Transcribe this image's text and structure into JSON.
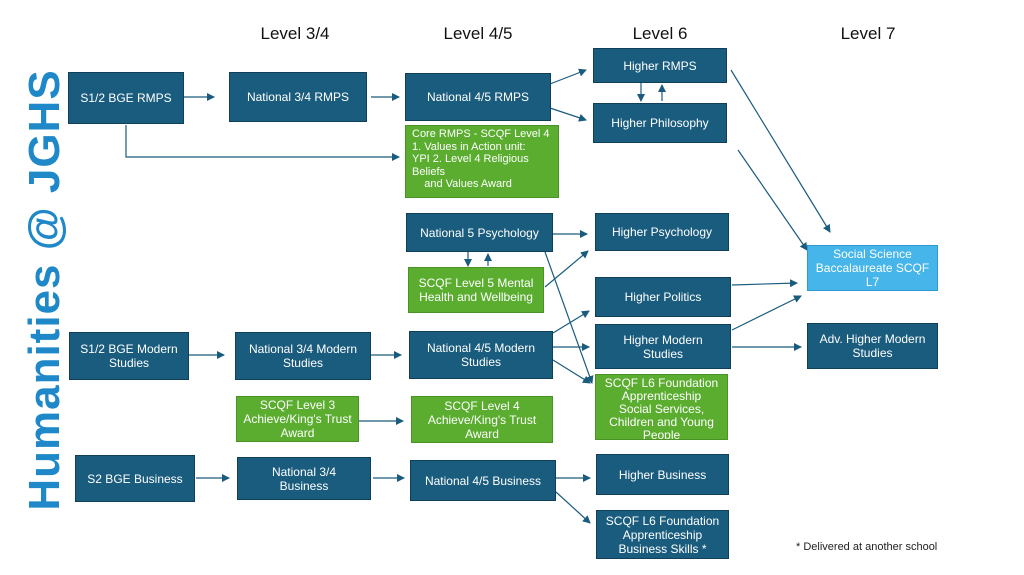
{
  "title": "Humanities @ JGHS",
  "levels": [
    "Level 3/4",
    "Level 4/5",
    "Level 6",
    "Level 7"
  ],
  "boxes": {
    "s12_rmps": "S1/2 BGE RMPS",
    "nat34_rmps": "National 3/4 RMPS",
    "nat45_rmps": "National 4/5 RMPS",
    "higher_rmps": "Higher RMPS",
    "higher_philosophy": "Higher Philosophy",
    "core_rmps": "Core RMPS - SCQF Level 4\n1. Values in Action unit:\nYPI 2. Level 4 Religious\nBeliefs\n    and Values Award",
    "nat5_psychology": "National 5 Psychology",
    "higher_psychology": "Higher Psychology",
    "scqf5_mental": "SCQF Level 5 Mental\nHealth and Wellbeing",
    "social_science_bacc": "Social Science\nBaccalaureate SCQF\nL7",
    "higher_politics": "Higher Politics",
    "s12_modern": "S1/2 BGE Modern\nStudies",
    "nat34_modern": "National 3/4 Modern\nStudies",
    "nat45_modern": "National 4/5 Modern\nStudies",
    "higher_modern": "Higher Modern\nStudies",
    "adv_higher_modern": "Adv. Higher Modern\nStudies",
    "scqf3_achieve": "SCQF Level 3\nAchieve/King's Trust\nAward",
    "scqf4_achieve": "SCQF Level 4\nAchieve/King's Trust\nAward",
    "scqf6_social": "SCQF L6 Foundation\nApprenticeship\nSocial Services,\nChildren and Young\nPeople",
    "s2_business": "S2 BGE Business",
    "nat34_business": "National 3/4\nBusiness",
    "nat45_business": "National 4/5 Business",
    "higher_business": "Higher Business",
    "scqf6_business": "SCQF L6 Foundation\nApprenticeship\nBusiness Skills *"
  },
  "footnote": "* Delivered at another school",
  "colors": {
    "dark_box": "#1a5c7e",
    "green_box": "#5aad2f",
    "light_box": "#45b5ea",
    "title": "#1e88c8",
    "arrow": "#1a5c7e"
  }
}
